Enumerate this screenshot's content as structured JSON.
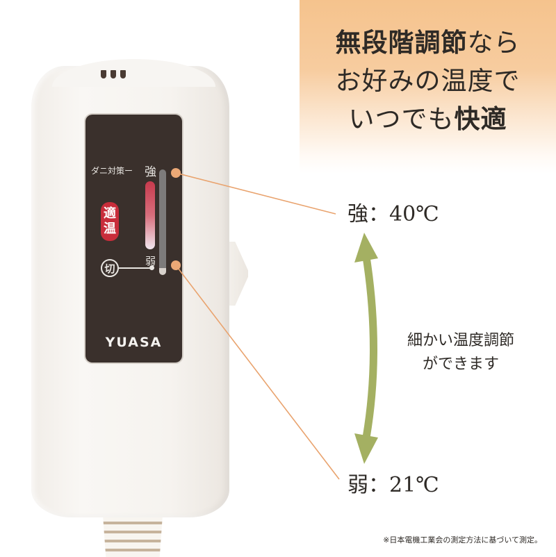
{
  "headline": {
    "line1_bold": "無段階調節",
    "line1_normal": "なら",
    "line2": "お好みの温度で",
    "line3_normal": "いつでも",
    "line3_bold": "快適"
  },
  "remote": {
    "mite_control_label": "ダニ対策ー",
    "strong_label": "強",
    "weak_label": "弱",
    "optimal_badge": [
      "適",
      "温"
    ],
    "off_label": "切",
    "brand": "YUASA"
  },
  "temperatures": {
    "high": "強：40℃",
    "low": "弱：21℃"
  },
  "fine_adjust": {
    "line1": "細かい温度調節",
    "line2": "ができます"
  },
  "footnote": "※日本電機工業会の測定方法に基づいて測定。",
  "colors": {
    "headline_bg": "#f5c38d",
    "callout_line": "#e9a36e",
    "arrow": "#a4b062",
    "panel": "#3a302c",
    "optimal_red": "#c82d3b"
  }
}
